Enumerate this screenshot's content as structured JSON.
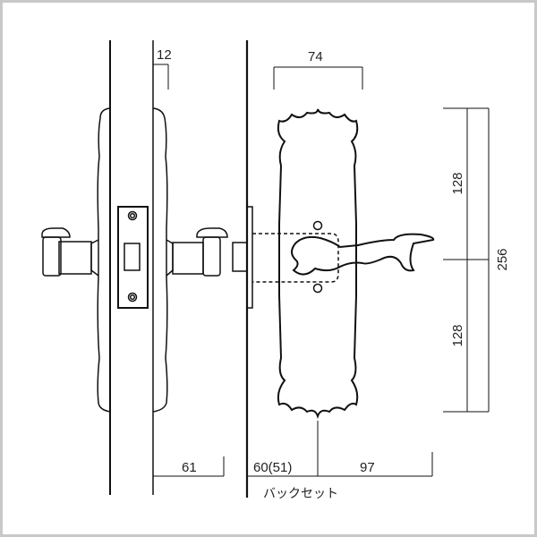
{
  "dimensions": {
    "thickness_gap": "12",
    "plate_width": "74",
    "upper_half": "128",
    "lower_half": "128",
    "total_height": "256",
    "knob_projection": "61",
    "backset": "60(51)",
    "lever_length": "97"
  },
  "labels": {
    "backset_label": "バックセット"
  },
  "colors": {
    "line": "#111111",
    "frame": "#c8c8c8"
  }
}
